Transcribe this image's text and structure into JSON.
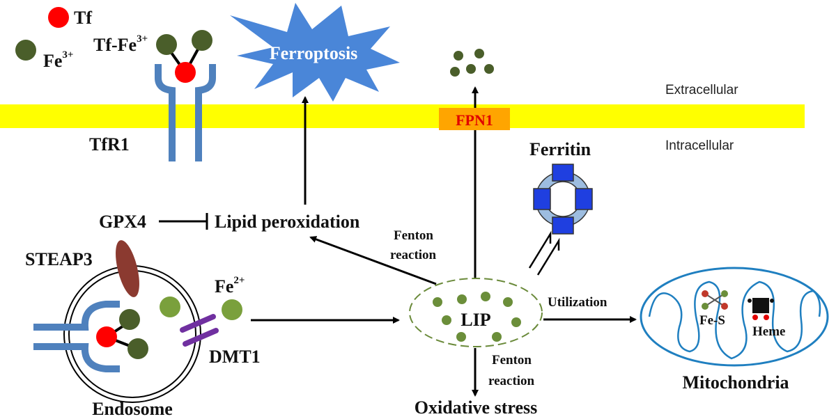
{
  "legend": {
    "tf_label": "Tf",
    "fe3_label": "Fe",
    "fe3_sup": "3+"
  },
  "labels": {
    "tf_fe3": "Tf-Fe",
    "tf_fe3_sup": "3+",
    "ferroptosis": "Ferroptosis",
    "extracellular": "Extracellular",
    "intracellular": "Intracellular",
    "fpn1": "FPN1",
    "tfr1": "TfR1",
    "ferritin": "Ferritin",
    "gpx4": "GPX4",
    "lipid_peroxidation": "Lipid peroxidation",
    "fenton_top_line1": "Fenton",
    "fenton_top_line2": "reaction",
    "steap3": "STEAP3",
    "fe2": "Fe",
    "fe2_sup": "2+",
    "dmt1": "DMT1",
    "lip": "LIP",
    "utilization": "Utilization",
    "fe_s": "Fe-S",
    "heme": "Heme",
    "fenton_bottom_line1": "Fenton",
    "fenton_bottom_line2": "reaction",
    "oxidative_stress": "Oxidative stress",
    "endosome": "Endosome",
    "mitochondria": "Mitochondria"
  },
  "colors": {
    "membrane": "#ffff00",
    "tf": "#ff0000",
    "fe3": "#4a5e2a",
    "fe2": "#7aa03c",
    "receptor": "#4f81bd",
    "ferroptosis_star": "#4a86d8",
    "fpn1_box": "#ffa500",
    "fpn1_text": "#e00000",
    "ferritin_blue": "#1f3fe0",
    "ferritin_ring": "#9dbde0",
    "steap3": "#8b3a30",
    "dmt1": "#7030a0",
    "mito": "#1f7fc0"
  }
}
